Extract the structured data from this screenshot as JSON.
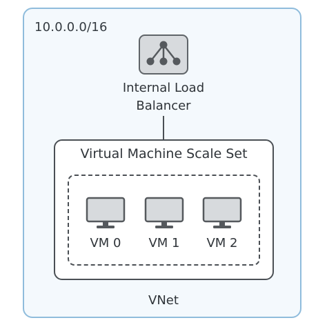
{
  "vnet": {
    "address_space": "10.0.0.0/16",
    "label": "VNet"
  },
  "load_balancer": {
    "label": "Internal Load\nBalancer",
    "icon": "network-node-icon"
  },
  "scale_set": {
    "title": "Virtual Machine Scale Set",
    "vms": [
      {
        "label": "VM 0",
        "icon": "monitor-icon"
      },
      {
        "label": "VM 1",
        "icon": "monitor-icon"
      },
      {
        "label": "VM 2",
        "icon": "monitor-icon"
      }
    ]
  },
  "colors": {
    "vnet_border": "#8fbcdc",
    "vnet_fill": "#f4f9fd",
    "icon_fill": "#d7dadd",
    "stroke": "#4a4f54"
  }
}
